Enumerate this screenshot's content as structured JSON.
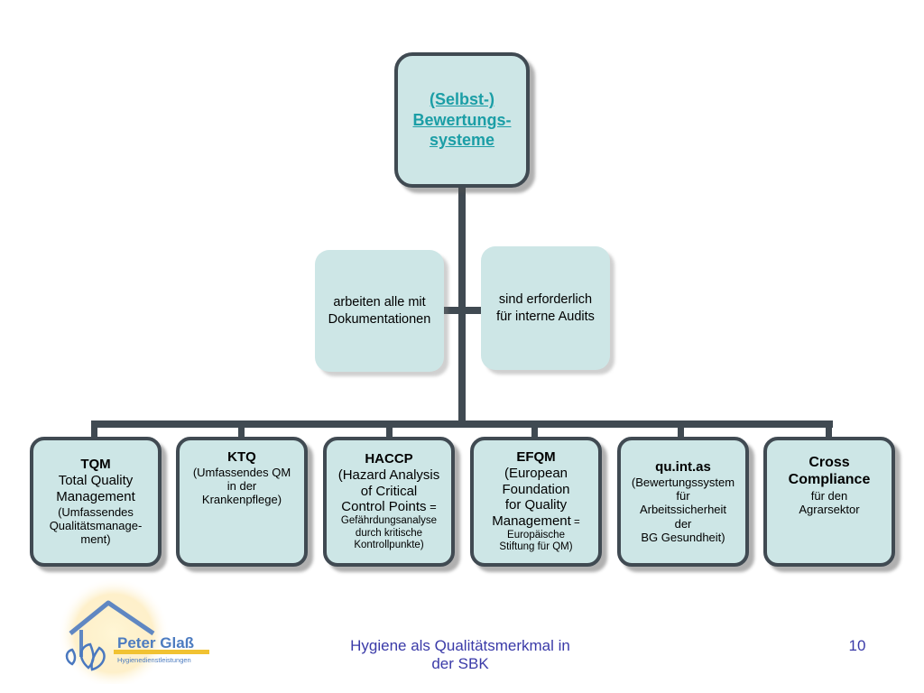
{
  "root": {
    "lines": [
      "(Selbst-)",
      "Bewertungs-",
      "systeme"
    ]
  },
  "side_left": {
    "lines": [
      "arbeiten alle mit",
      "Dokumentationen"
    ]
  },
  "side_right": {
    "lines": [
      "sind erforderlich",
      "für interne Audits"
    ]
  },
  "children": {
    "tqm": {
      "title": "TQM",
      "sub1": "Total Quality",
      "sub2": "Management",
      "note1": "(Umfassendes",
      "note2": "Qualitätsmanage-",
      "note3": "ment)"
    },
    "ktq": {
      "title": "KTQ",
      "note1": "(Umfassendes QM",
      "note2": "in der",
      "note3": "Krankenpflege)"
    },
    "haccp": {
      "title": "HACCP",
      "sub1": "(Hazard Analysis",
      "sub2": "of Critical",
      "sub3": "Control Points",
      "sub3_suffix": " =",
      "note1": "Gefährdungsanalyse",
      "note2": "durch kritische",
      "note3": "Kontrollpunkte)"
    },
    "efqm": {
      "title": "EFQM",
      "sub1": "(European",
      "sub2": "Foundation",
      "sub3": "for Quality",
      "sub4": "Management",
      "sub4_suffix": " =",
      "note1": "Europäische",
      "note2": "Stiftung für QM)"
    },
    "quintas": {
      "title": "qu.int.as",
      "note1": "(Bewertungssystem",
      "note2": "für",
      "note3": "Arbeitssicherheit",
      "note4": "der",
      "note5": "BG Gesundheit)"
    },
    "cross": {
      "title1": "Cross",
      "title2": "Compliance",
      "note1": "für den",
      "note2": "Agrarsektor"
    }
  },
  "logo": {
    "name": "Peter Glaß",
    "tagline": "Hygienedienstleistungen"
  },
  "footer": {
    "line1": "Hygiene als Qualitätsmerkmal in",
    "line2": "der SBK",
    "page": "10"
  },
  "colors": {
    "box_fill": "#cde6e6",
    "box_border": "#404a52",
    "root_text": "#1b9ea6",
    "footer_text": "#3a3aa8"
  }
}
